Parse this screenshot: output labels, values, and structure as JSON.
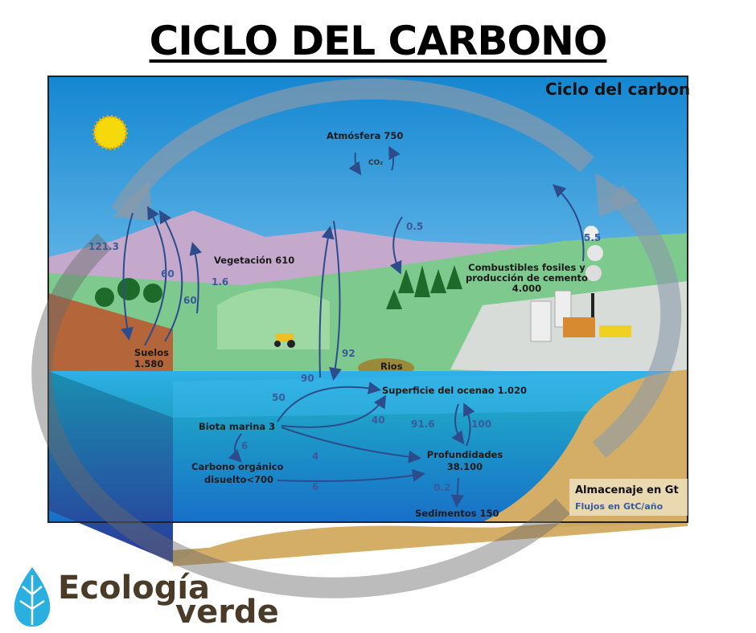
{
  "title": "CICLO DEL CARBONO",
  "diagram": {
    "corner_title": "Ciclo del carbon",
    "atmosphere": "Atmósfera 750",
    "co2": "CO₂",
    "vegetation": "Vegetación 610",
    "soils": [
      "Suelos",
      "1.580"
    ],
    "fossil": [
      "Combustibles fosiles y",
      "producción de cemento",
      "4.000"
    ],
    "rivers": "Rios",
    "ocean_surface": "Superficie del ocenao 1.020",
    "marine_biota": "Biota marina 3",
    "dissolved_carbon": [
      "Carbono orgánico",
      "disuelto<700"
    ],
    "deep_ocean": [
      "Profundidades",
      "38.100"
    ],
    "sediments": "Sedimentos 150",
    "fluxes": {
      "f121": "121.3",
      "f60a": "60",
      "f60b": "60",
      "f16": "1.6",
      "f05": "0.5",
      "f55": "5.5",
      "f92": "92",
      "f90": "90",
      "f50": "50",
      "f40": "40",
      "f916": "91.6",
      "f100": "100",
      "f6a": "6",
      "f4": "4",
      "f6b": "6",
      "f02": "0.2"
    },
    "legend": {
      "storage": "Almacenaje en Gt",
      "flux": "Flujos en GtC/año"
    }
  },
  "logo": {
    "line1": "Ecología",
    "line2": "verde"
  }
}
